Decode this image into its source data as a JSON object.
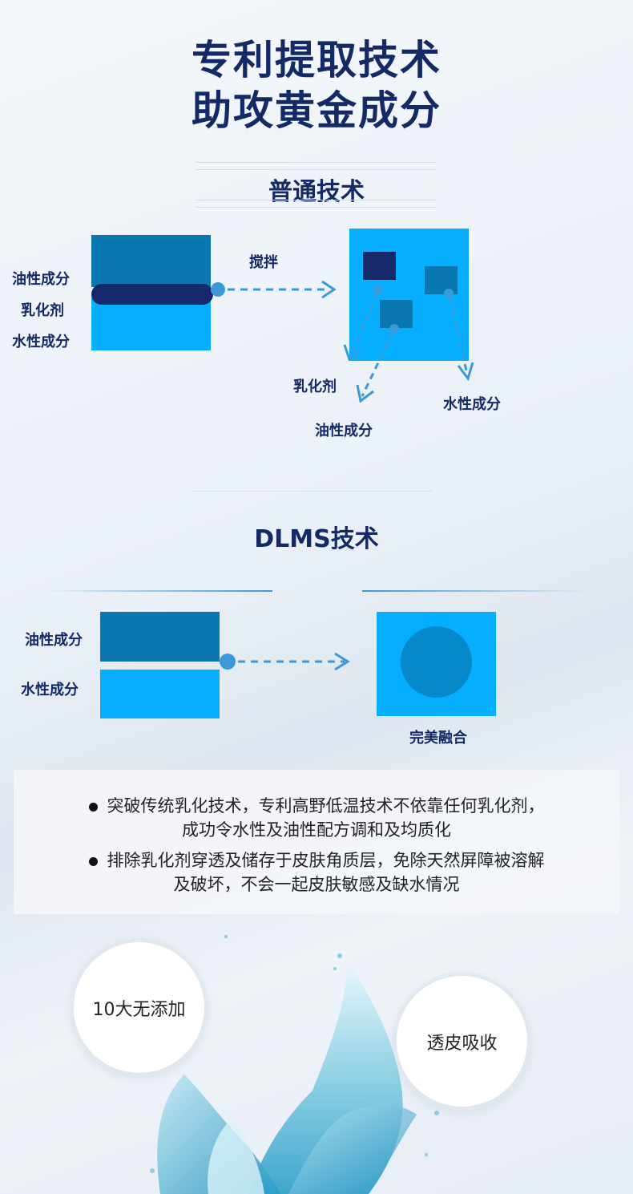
{
  "header": {
    "line1": "专利提取技术",
    "line2": "助攻黄金成分"
  },
  "normal_tech": {
    "title": "普通技术",
    "oil_label": "油性成分",
    "emulsifier_label": "乳化剂",
    "water_label": "水性成分",
    "stir_label": "搅拌",
    "result_emulsifier": "乳化剂",
    "result_oil": "油性成分",
    "result_water": "水性成分"
  },
  "dlms_tech": {
    "title": "DLMS技术",
    "oil_label": "油性成分",
    "water_label": "水性成分",
    "result_label": "完美融合"
  },
  "benefits": [
    {
      "line1": "突破传统乳化技术，专利高野低温技术不依靠任何乳化剂，",
      "line2": "成功令水性及油性配方调和及均质化"
    },
    {
      "line1": "排除乳化剂穿透及储存于皮肤角质层，免除天然屏障被溶解",
      "line2": "及破坏，不会一起皮肤敏感及缺水情况"
    }
  ],
  "badges": {
    "left": "10大无添加",
    "right": "透皮吸收"
  },
  "colors": {
    "navy": "#142a66",
    "dark_blue": "#0a78b0",
    "light_blue": "#05aeff",
    "emulsifier": "#14286a",
    "arrow": "#3a9ad8"
  }
}
